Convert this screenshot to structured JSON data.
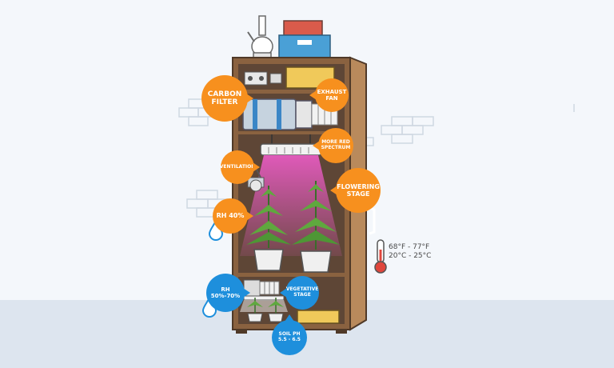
{
  "callouts": {
    "carbon_filter": "CARBON FILTER",
    "exhaust_fan": "EXHAUST FAN",
    "more_red_spectrum": "MORE RED SPECTRUM",
    "ventilation": "VENTILATION",
    "flowering_stage": "FLOWERING STAGE",
    "rh_40": "RH 40%",
    "rh_50_70": "RH 50%-70%",
    "vegetative_stage": "VEGETATIVE STAGE",
    "soil_ph": "SOIL PH 5.5 - 6.5"
  },
  "temperature": {
    "fahrenheit": "68°F - 77°F",
    "celsius": "20°C - 25°C"
  },
  "colors": {
    "orange": "#f7901e",
    "blue": "#1e8fdc",
    "cabinet": "#8a6240",
    "cabinet_inner": "#5e4636",
    "grow_light": "#e070c0",
    "floor": "#dde5ef"
  }
}
